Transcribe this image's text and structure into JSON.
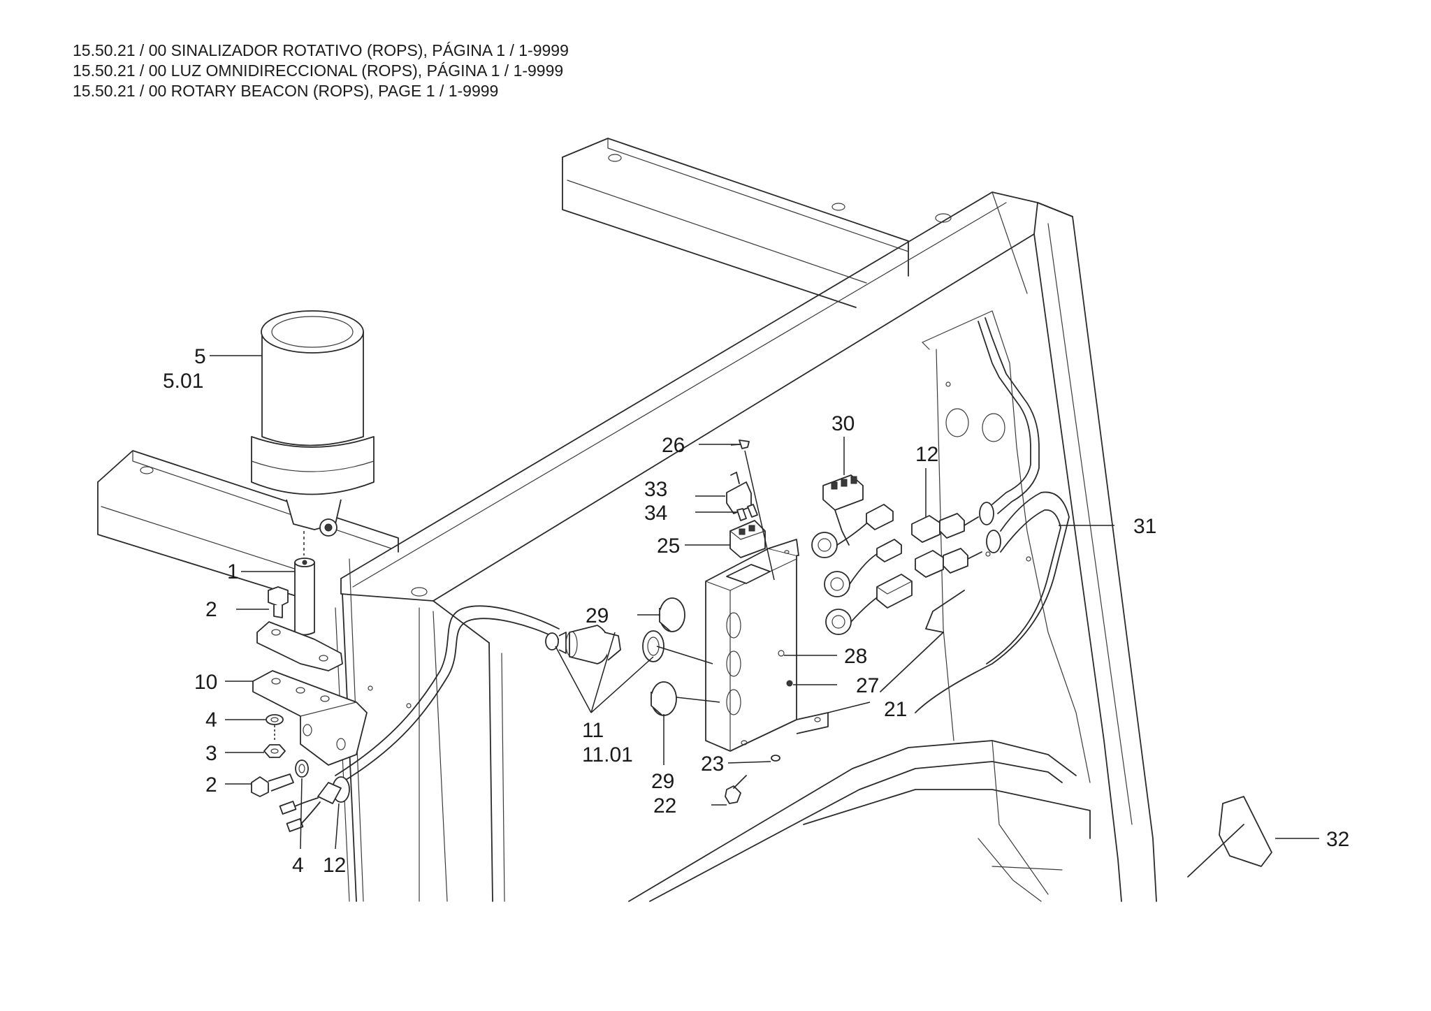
{
  "header": {
    "lines": [
      "15.50.21 / 00 SINALIZADOR ROTATIVO (ROPS), PÁGINA 1 / 1-9999",
      "15.50.21 / 00 LUZ OMNIDIRECCIONAL (ROPS), PÁGINA 1 / 1-9999",
      "15.50.21 / 00 ROTARY BEACON (ROPS), PAGE 1 / 1-9999"
    ]
  },
  "callouts": {
    "c5": "5",
    "c5_01": "5.01",
    "c1": "1",
    "c2a": "2",
    "c10": "10",
    "c4a": "4",
    "c3": "3",
    "c2b": "2",
    "c4b": "4",
    "c12a": "12",
    "c26": "26",
    "c33": "33",
    "c34": "34",
    "c25": "25",
    "c30": "30",
    "c12b": "12",
    "c31": "31",
    "c29a": "29",
    "c11": "11",
    "c11_01": "11.01",
    "c29b": "29",
    "c28": "28",
    "c27": "27",
    "c21": "21",
    "c23": "23",
    "c22": "22",
    "c32": "32"
  }
}
